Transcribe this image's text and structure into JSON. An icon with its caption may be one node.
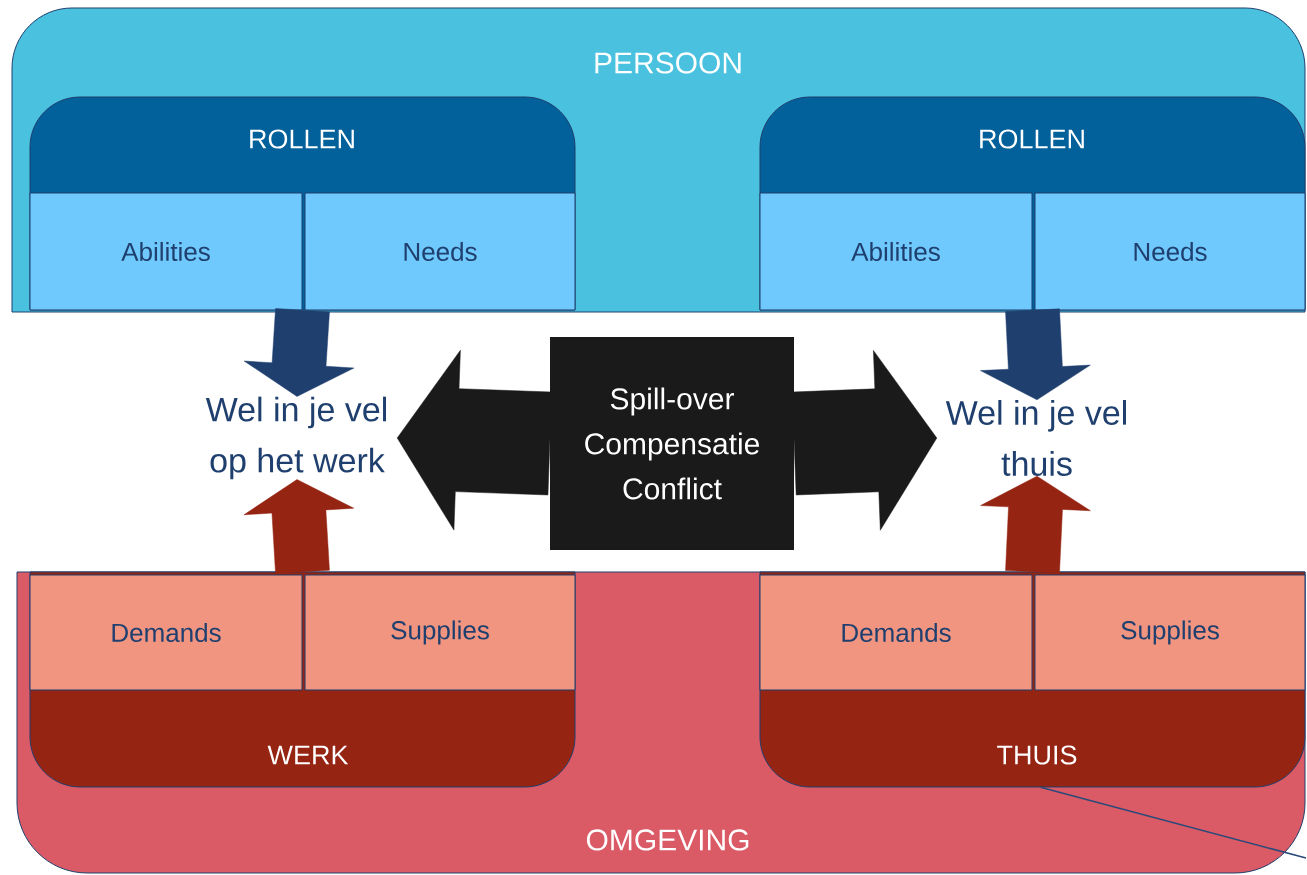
{
  "diagram": {
    "nodes": [
      {
        "text": [
          "PERSOON"
        ]
      },
      {
        "text": [
          "ROLLEN"
        ],
        "in": 0
      },
      {
        "text": [
          "Abilities"
        ],
        "in": 1
      },
      {
        "text": [
          "Needs"
        ],
        "in": 1
      },
      {
        "text": [
          "ROLLEN"
        ],
        "in": 0
      },
      {
        "text": [
          "Abilities"
        ],
        "in": 4
      },
      {
        "text": [
          "Needs"
        ],
        "in": 4
      },
      {
        "text": [
          "Wel in je vel op het werk"
        ]
      },
      {
        "text": [
          "Spill-over Compensatie Conflict"
        ]
      },
      {
        "text": [
          "Wel in je vel thuis"
        ]
      },
      {
        "text": [
          "OMGEVING"
        ]
      },
      {
        "text": [
          "WERK"
        ],
        "in": 10
      },
      {
        "text": [
          "Demands"
        ],
        "in": 11
      },
      {
        "text": [
          "Supplies"
        ],
        "in": 11
      },
      {
        "text": [
          "THUIS"
        ],
        "in": 10
      },
      {
        "text": [
          "Demands"
        ],
        "in": 14
      },
      {
        "text": [
          "Supplies"
        ],
        "in": 14
      }
    ],
    "edges": [
      {
        "from": 1,
        "to": 7,
        "arrow": "to",
        "style": "thick",
        "color": "#1f3f6e"
      },
      {
        "from": 4,
        "to": 9,
        "arrow": "to",
        "style": "thick",
        "color": "#1f3f6e"
      },
      {
        "from": 8,
        "to": 7,
        "arrow": "to",
        "style": "thick",
        "color": "#1a1a1a"
      },
      {
        "from": 8,
        "to": 9,
        "arrow": "to",
        "style": "thick",
        "color": "#1a1a1a"
      },
      {
        "from": 11,
        "to": 7,
        "arrow": "to",
        "style": "thick",
        "color": "#952413"
      },
      {
        "from": 14,
        "to": 9,
        "arrow": "to",
        "style": "thick",
        "color": "#952413"
      },
      {
        "from": 14,
        "to": null,
        "arrow": "none",
        "color": "#2a4a7a"
      }
    ]
  }
}
